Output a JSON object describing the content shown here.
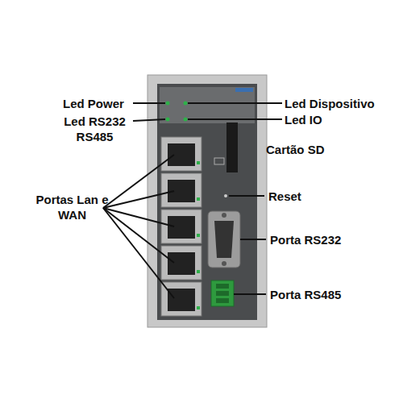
{
  "diagram": {
    "labels": [
      "Led Power",
      "Led RS232 RS485",
      "Portas Lan e WAN",
      "Led Dispositivo",
      "Led IO",
      "Cartão SD",
      "Reset",
      "Porta RS232",
      "Porta RS485"
    ]
  }
}
